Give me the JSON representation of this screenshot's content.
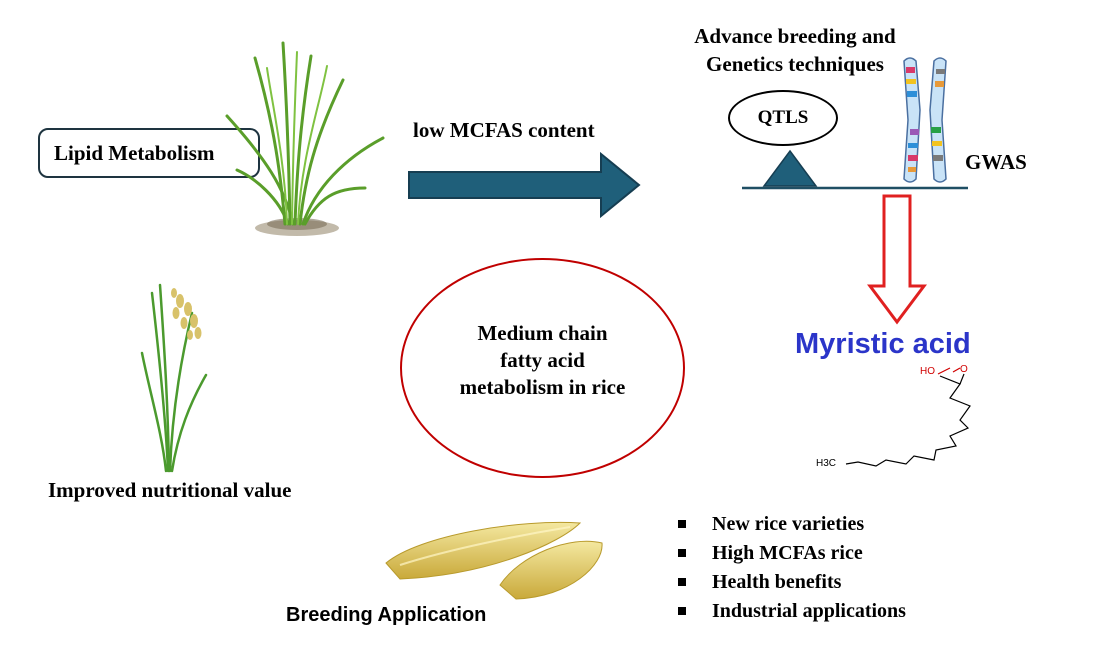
{
  "labels": {
    "lipid_metabolism": "Lipid Metabolism",
    "low_mcfas": "low MCFAS content",
    "advance_line1": "Advance breeding and",
    "advance_line2": "Genetics techniques",
    "qtls": "QTLS",
    "gwas": "GWAS",
    "myristic_acid": "Myristic acid",
    "formula_ho": "HO",
    "formula_o": "O",
    "formula_h3c": "H3C",
    "center_line1": "Medium chain",
    "center_line2": "fatty acid",
    "center_line3": "metabolism in rice",
    "improved_value": "Improved nutritional value",
    "breeding_application": "Breeding Application"
  },
  "bullets": [
    "New  rice varieties",
    "High MCFAs rice",
    "Health benefits",
    "Industrial applications"
  ],
  "icons": {
    "rice_plant": "rice-plant-icon",
    "rice_panicle": "rice-panicle-plant-icon",
    "rice_grains": "rice-grain-icon",
    "chromosome": "chromosome-icon",
    "scale_pivot": "triangle-pivot-icon"
  },
  "colors": {
    "arrow_fill": "#1f5f7a",
    "arrow_stroke": "#163e52",
    "red_ellipse": "#c00000",
    "red_arrow": "#e02020",
    "myristic_blue": "#2b35c9",
    "box_border": "#1e3440"
  }
}
